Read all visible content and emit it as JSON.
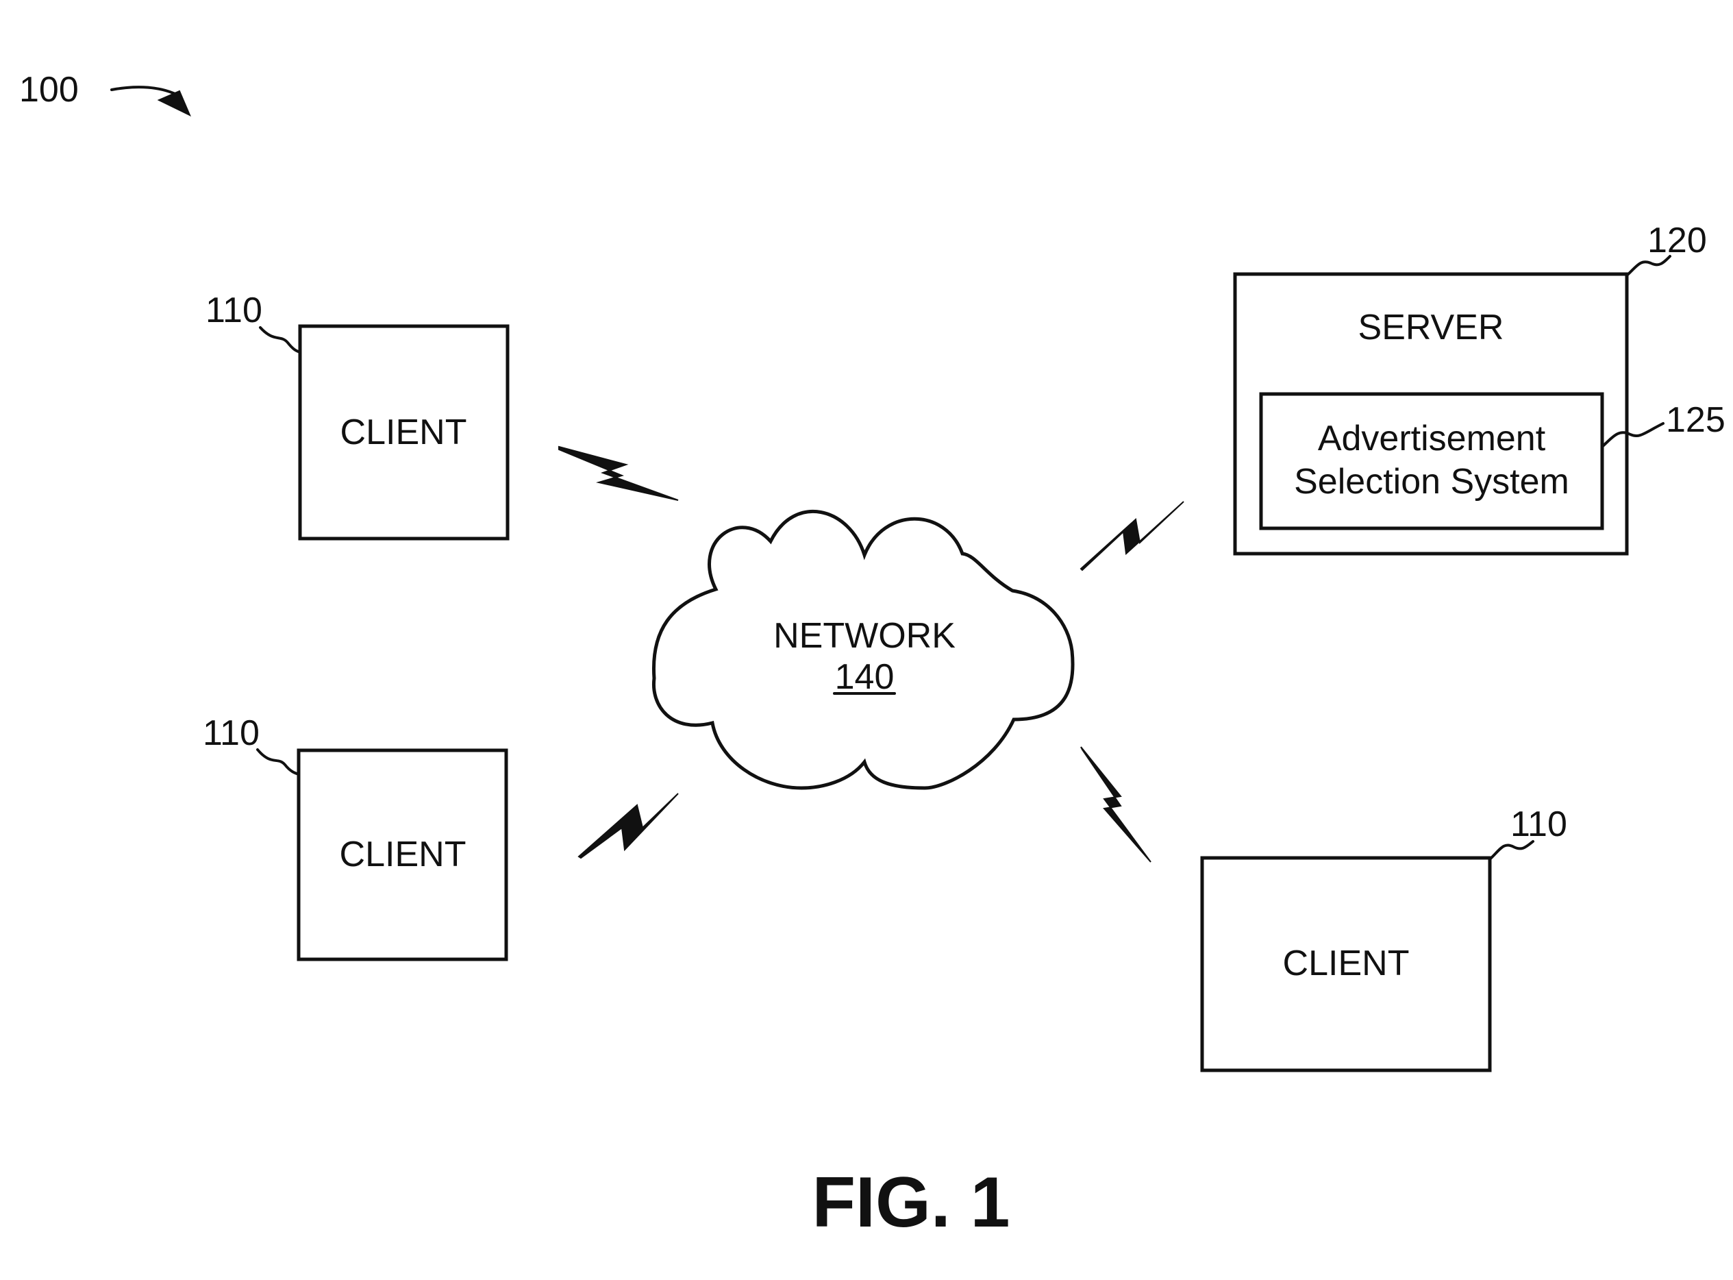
{
  "figure": {
    "reference_number": "100",
    "caption": "FIG. 1"
  },
  "clients": [
    {
      "label": "CLIENT",
      "ref": "110"
    },
    {
      "label": "CLIENT",
      "ref": "110"
    },
    {
      "label": "CLIENT",
      "ref": "110"
    }
  ],
  "server": {
    "label": "SERVER",
    "ref": "120",
    "subsystem": {
      "line1": "Advertisement",
      "line2": "Selection System",
      "ref": "125"
    }
  },
  "network": {
    "label": "NETWORK",
    "ref": "140"
  },
  "connections": [
    {
      "from": "client-top-left",
      "to": "network",
      "type": "wireless"
    },
    {
      "from": "client-bottom-left",
      "to": "network",
      "type": "wireless"
    },
    {
      "from": "server",
      "to": "network",
      "type": "wireless"
    },
    {
      "from": "client-bottom-right",
      "to": "network",
      "type": "wireless"
    }
  ]
}
